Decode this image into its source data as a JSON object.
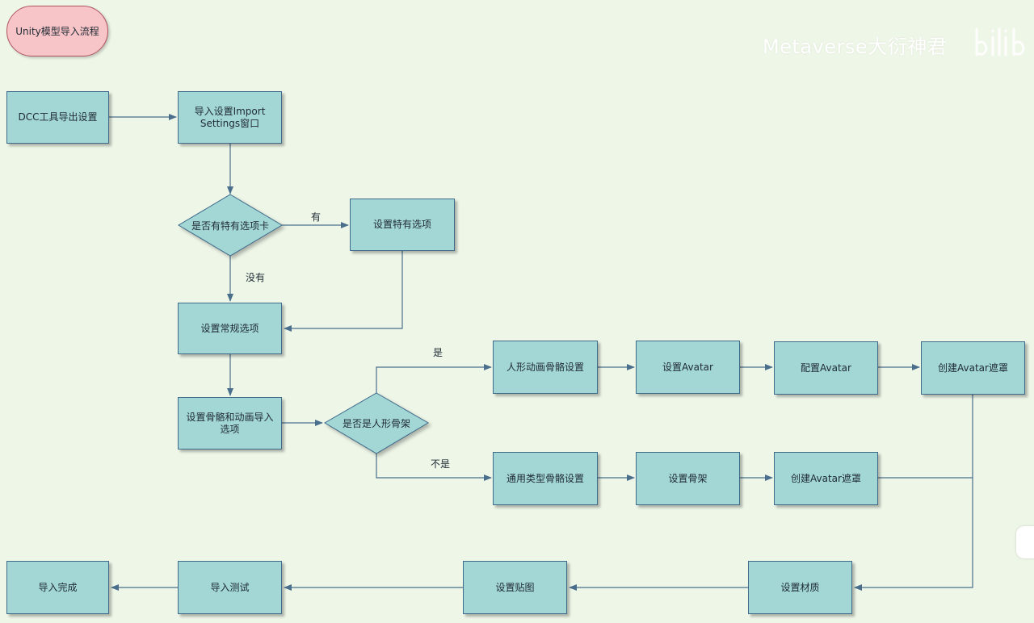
{
  "title": "Unity模型导入流程",
  "watermark": "Metaverse大衍神君",
  "icons": {
    "watermark_logo": "bilibili-logo-icon",
    "side_widget": "side-widget-icon"
  },
  "colors": {
    "node_fill": "#a2d7d5",
    "node_border": "#3f6a8a",
    "title_fill": "#f7c4c8",
    "title_border": "#b15660",
    "edge": "#4a6f8c",
    "background": "#eef6e8"
  },
  "nodes": {
    "dcc_export": "DCC工具导出设置",
    "import_settings": "导入设置Import\nSettings窗口",
    "has_special_tab": "是否有特有选项卡",
    "set_special": "设置特有选项",
    "set_general": "设置常规选项",
    "rig_anim": "设置骨骼和动画导入\n选项",
    "is_humanoid": "是否是人形骨架",
    "humanoid_rig": "人形动画骨骼设置",
    "set_avatar": "设置Avatar",
    "config_avatar": "配置Avatar",
    "create_mask_1": "创建Avatar遮罩",
    "generic_rig": "通用类型骨骼设置",
    "set_skeleton": "设置骨架",
    "create_mask_2": "创建Avatar遮罩",
    "set_material": "设置材质",
    "set_texture": "设置贴图",
    "import_test": "导入测试",
    "import_done": "导入完成"
  },
  "edge_labels": {
    "yes_has": "有",
    "no_has": "没有",
    "yes_humanoid": "是",
    "no_humanoid": "不是"
  }
}
